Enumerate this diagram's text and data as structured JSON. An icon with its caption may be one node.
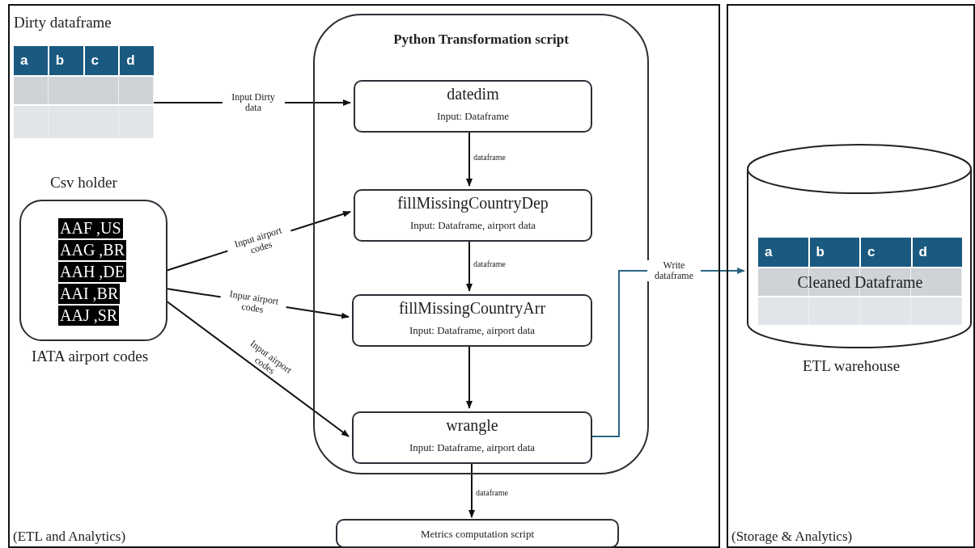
{
  "diagram": {
    "nodes": [
      {
        "text": [
          "(ETL and Analytics)"
        ]
      },
      {
        "text": [
          "(Storage & Analytics)"
        ]
      },
      {
        "text": [
          "Dirty dataframe",
          "a",
          "b",
          "c",
          "d"
        ],
        "in": 0
      },
      {
        "text": [
          "Csv holder",
          "AAF ,US",
          "AAG ,BR",
          "AAH ,DE",
          "AAI ,BR",
          "AAJ ,SR"
        ],
        "beside": [
          "IATA airport codes"
        ],
        "in": 0
      },
      {
        "text": [
          "Python Transformation script"
        ],
        "in": 0
      },
      {
        "text": [
          "datedim",
          "Input: Dataframe"
        ],
        "in": 4
      },
      {
        "text": [
          "fillMissingCountryDep",
          "Input: Dataframe, airport data"
        ],
        "in": 4
      },
      {
        "text": [
          "fillMissingCountryArr",
          "Input: Dataframe, airport data"
        ],
        "in": 4
      },
      {
        "text": [
          "wrangle",
          "Input: Dataframe, airport data"
        ],
        "in": 4
      },
      {
        "text": [
          "Metrics computation script"
        ],
        "in": 0
      },
      {
        "text": [
          "a",
          "b",
          "c",
          "d",
          "Cleaned Dataframe"
        ],
        "beside": [
          "ETL warehouse"
        ],
        "in": 1
      }
    ],
    "edges": [
      {
        "from": 2,
        "to": 5,
        "arrow": "to",
        "label": "Input Dirty data"
      },
      {
        "from": 3,
        "to": 6,
        "arrow": "to",
        "label": "Input airport codes"
      },
      {
        "from": 3,
        "to": 7,
        "arrow": "to",
        "label": "Inpur airport codes"
      },
      {
        "from": 3,
        "to": 8,
        "arrow": "to",
        "label": "Input airport codes"
      },
      {
        "from": 5,
        "to": 6,
        "arrow": "to",
        "label": "dataframe"
      },
      {
        "from": 6,
        "to": 7,
        "arrow": "to",
        "label": "dataframe"
      },
      {
        "from": 7,
        "to": 8,
        "arrow": "to"
      },
      {
        "from": 8,
        "to": 9,
        "arrow": "to",
        "label": "dataframe"
      },
      {
        "from": 8,
        "to": 10,
        "arrow": "to",
        "label": "Write dataframe",
        "color": "#2b6584"
      }
    ]
  }
}
